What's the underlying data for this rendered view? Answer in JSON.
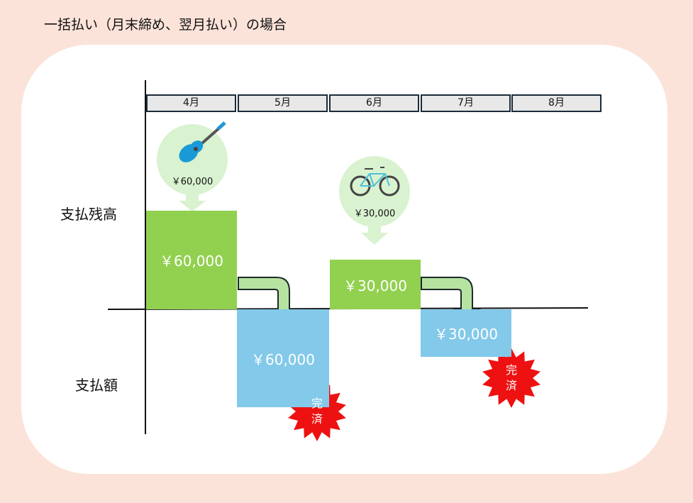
{
  "title": "一括払い（月末締め、翌月払い）の場合",
  "months": [
    "4月",
    "5月",
    "6月",
    "7月",
    "8月"
  ],
  "row_labels": {
    "balance": "支払残高",
    "payment": "支払額"
  },
  "purchases": [
    {
      "item": "guitar",
      "price": "￥60,000"
    },
    {
      "item": "bicycle",
      "price": "￥30,000"
    }
  ],
  "balances": [
    {
      "month": "4月",
      "amount": "￥60,000"
    },
    {
      "month": "6月",
      "amount": "￥30,000"
    }
  ],
  "payments": [
    {
      "month": "5月",
      "amount": "￥60,000",
      "badge_line1": "完",
      "badge_line2": "済"
    },
    {
      "month": "7月",
      "amount": "￥30,000",
      "badge_line1": "完",
      "badge_line2": "済"
    }
  ],
  "colors": {
    "balance": "#92d050",
    "payment": "#83c9ea",
    "badge": "#ee1111",
    "bubble": "#d9f2d0",
    "arrow": "#b7e3a1"
  }
}
